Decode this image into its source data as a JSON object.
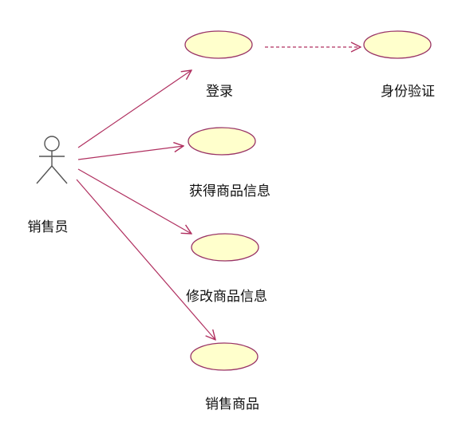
{
  "actor": {
    "label": "销售员"
  },
  "use_cases": [
    {
      "id": "login",
      "label": "登录"
    },
    {
      "id": "auth",
      "label": "身份验证"
    },
    {
      "id": "get-info",
      "label": "获得商品信息"
    },
    {
      "id": "edit-info",
      "label": "修改商品信息"
    },
    {
      "id": "sell",
      "label": "销售商品"
    }
  ],
  "colors": {
    "ellipse_fill": "#ffffcc",
    "ellipse_stroke": "#993366",
    "association": "#b03060",
    "actor_stroke": "#555555"
  }
}
